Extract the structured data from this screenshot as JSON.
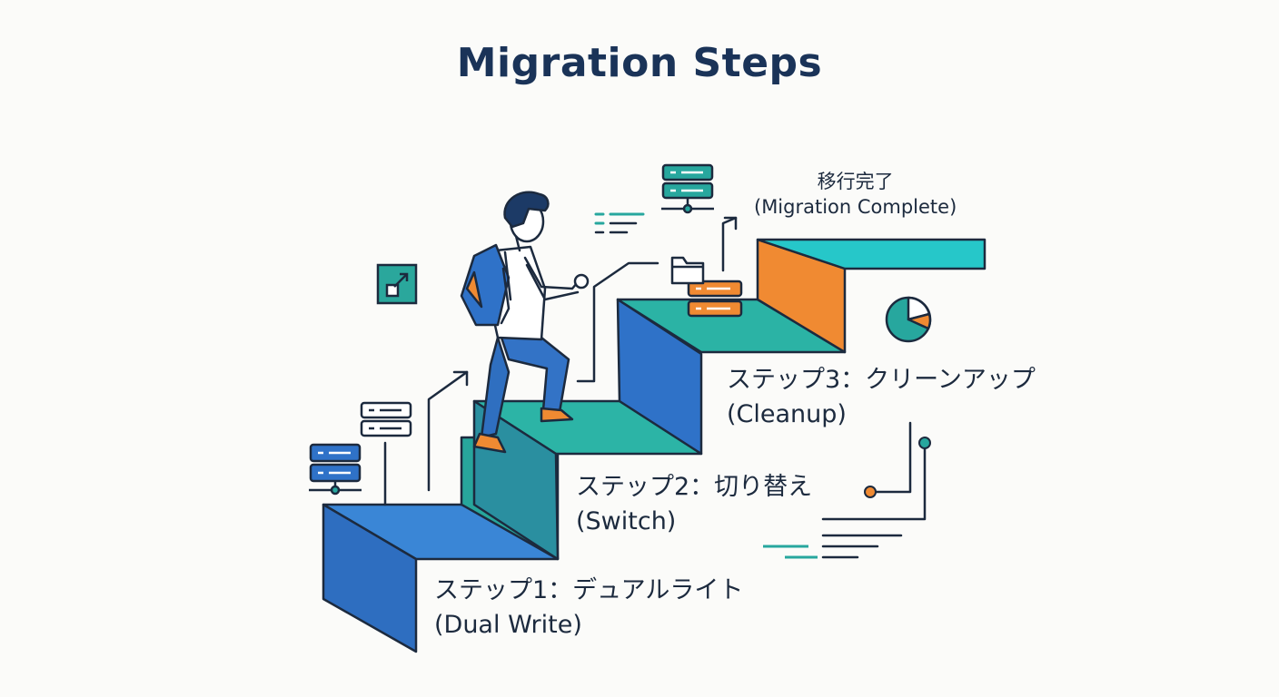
{
  "title": "Migration Steps",
  "steps": [
    {
      "jp": "ステップ1：デュアルライト",
      "en": "(Dual Write)"
    },
    {
      "jp": "ステップ2：切り替え",
      "en": "(Switch)"
    },
    {
      "jp": "ステップ3：クリーンアップ",
      "en": "(Cleanup)"
    }
  ],
  "complete": {
    "jp": "移行完了",
    "en": "(Migration Complete)"
  },
  "colors": {
    "navy": "#1c2a3e",
    "blue_front": "#2f6fc0",
    "blue_top": "#3d86d8",
    "teal": "#27a79e",
    "teal_top": "#2bb3a5",
    "cyan": "#26c6c8",
    "orange": "#f08a32"
  },
  "icons": [
    "server-icon",
    "folder-icon",
    "pie-chart-icon",
    "export-icon",
    "person-climbing-icon",
    "arrow-up-icon"
  ]
}
